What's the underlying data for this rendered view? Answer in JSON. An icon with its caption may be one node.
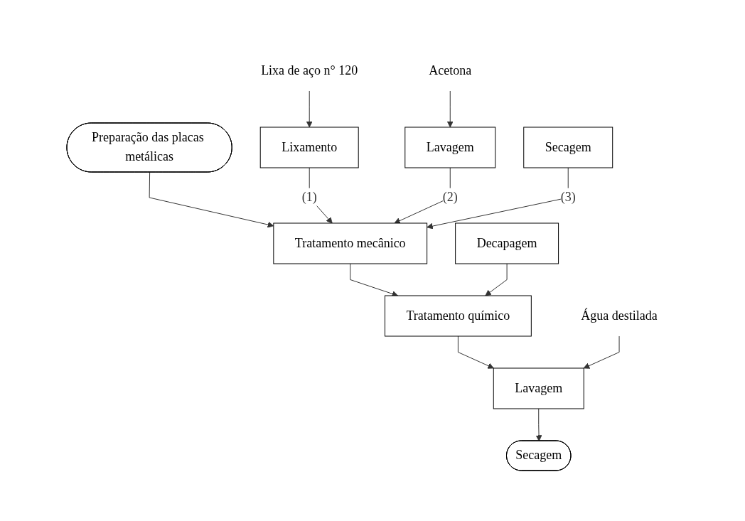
{
  "diagram": {
    "nodes": [
      {
        "text": [
          "Preparação das placas metálicas"
        ]
      },
      {
        "text": [
          "Tratamento mecânico"
        ]
      },
      {
        "text": [
          "Lixamento"
        ]
      },
      {
        "text": [
          "Lixa de aço n° 120"
        ]
      },
      {
        "text": [
          "Lavagem"
        ]
      },
      {
        "text": [
          "Acetona"
        ]
      },
      {
        "text": [
          "Secagem"
        ]
      },
      {
        "text": [
          "Tratamento químico"
        ]
      },
      {
        "text": [
          "Decapagem"
        ]
      },
      {
        "text": [
          "Lavagem"
        ]
      },
      {
        "text": [
          "Água destilada"
        ]
      },
      {
        "text": [
          "Secagem"
        ]
      }
    ],
    "edges": [
      {
        "from": 0,
        "to": 1,
        "arrow": "to"
      },
      {
        "from": 2,
        "to": 1,
        "arrow": "to",
        "label": "(1)"
      },
      {
        "from": 3,
        "to": 2,
        "arrow": "to"
      },
      {
        "from": 4,
        "to": 1,
        "arrow": "to",
        "label": "(2)"
      },
      {
        "from": 5,
        "to": 4,
        "arrow": "to"
      },
      {
        "from": 6,
        "to": 1,
        "arrow": "to",
        "label": "(3)"
      },
      {
        "from": 1,
        "to": 7,
        "arrow": "to"
      },
      {
        "from": 8,
        "to": 7,
        "arrow": "to"
      },
      {
        "from": 7,
        "to": 9,
        "arrow": "to"
      },
      {
        "from": 10,
        "to": 9,
        "arrow": "to"
      },
      {
        "from": 9,
        "to": 11,
        "arrow": "to"
      }
    ]
  }
}
